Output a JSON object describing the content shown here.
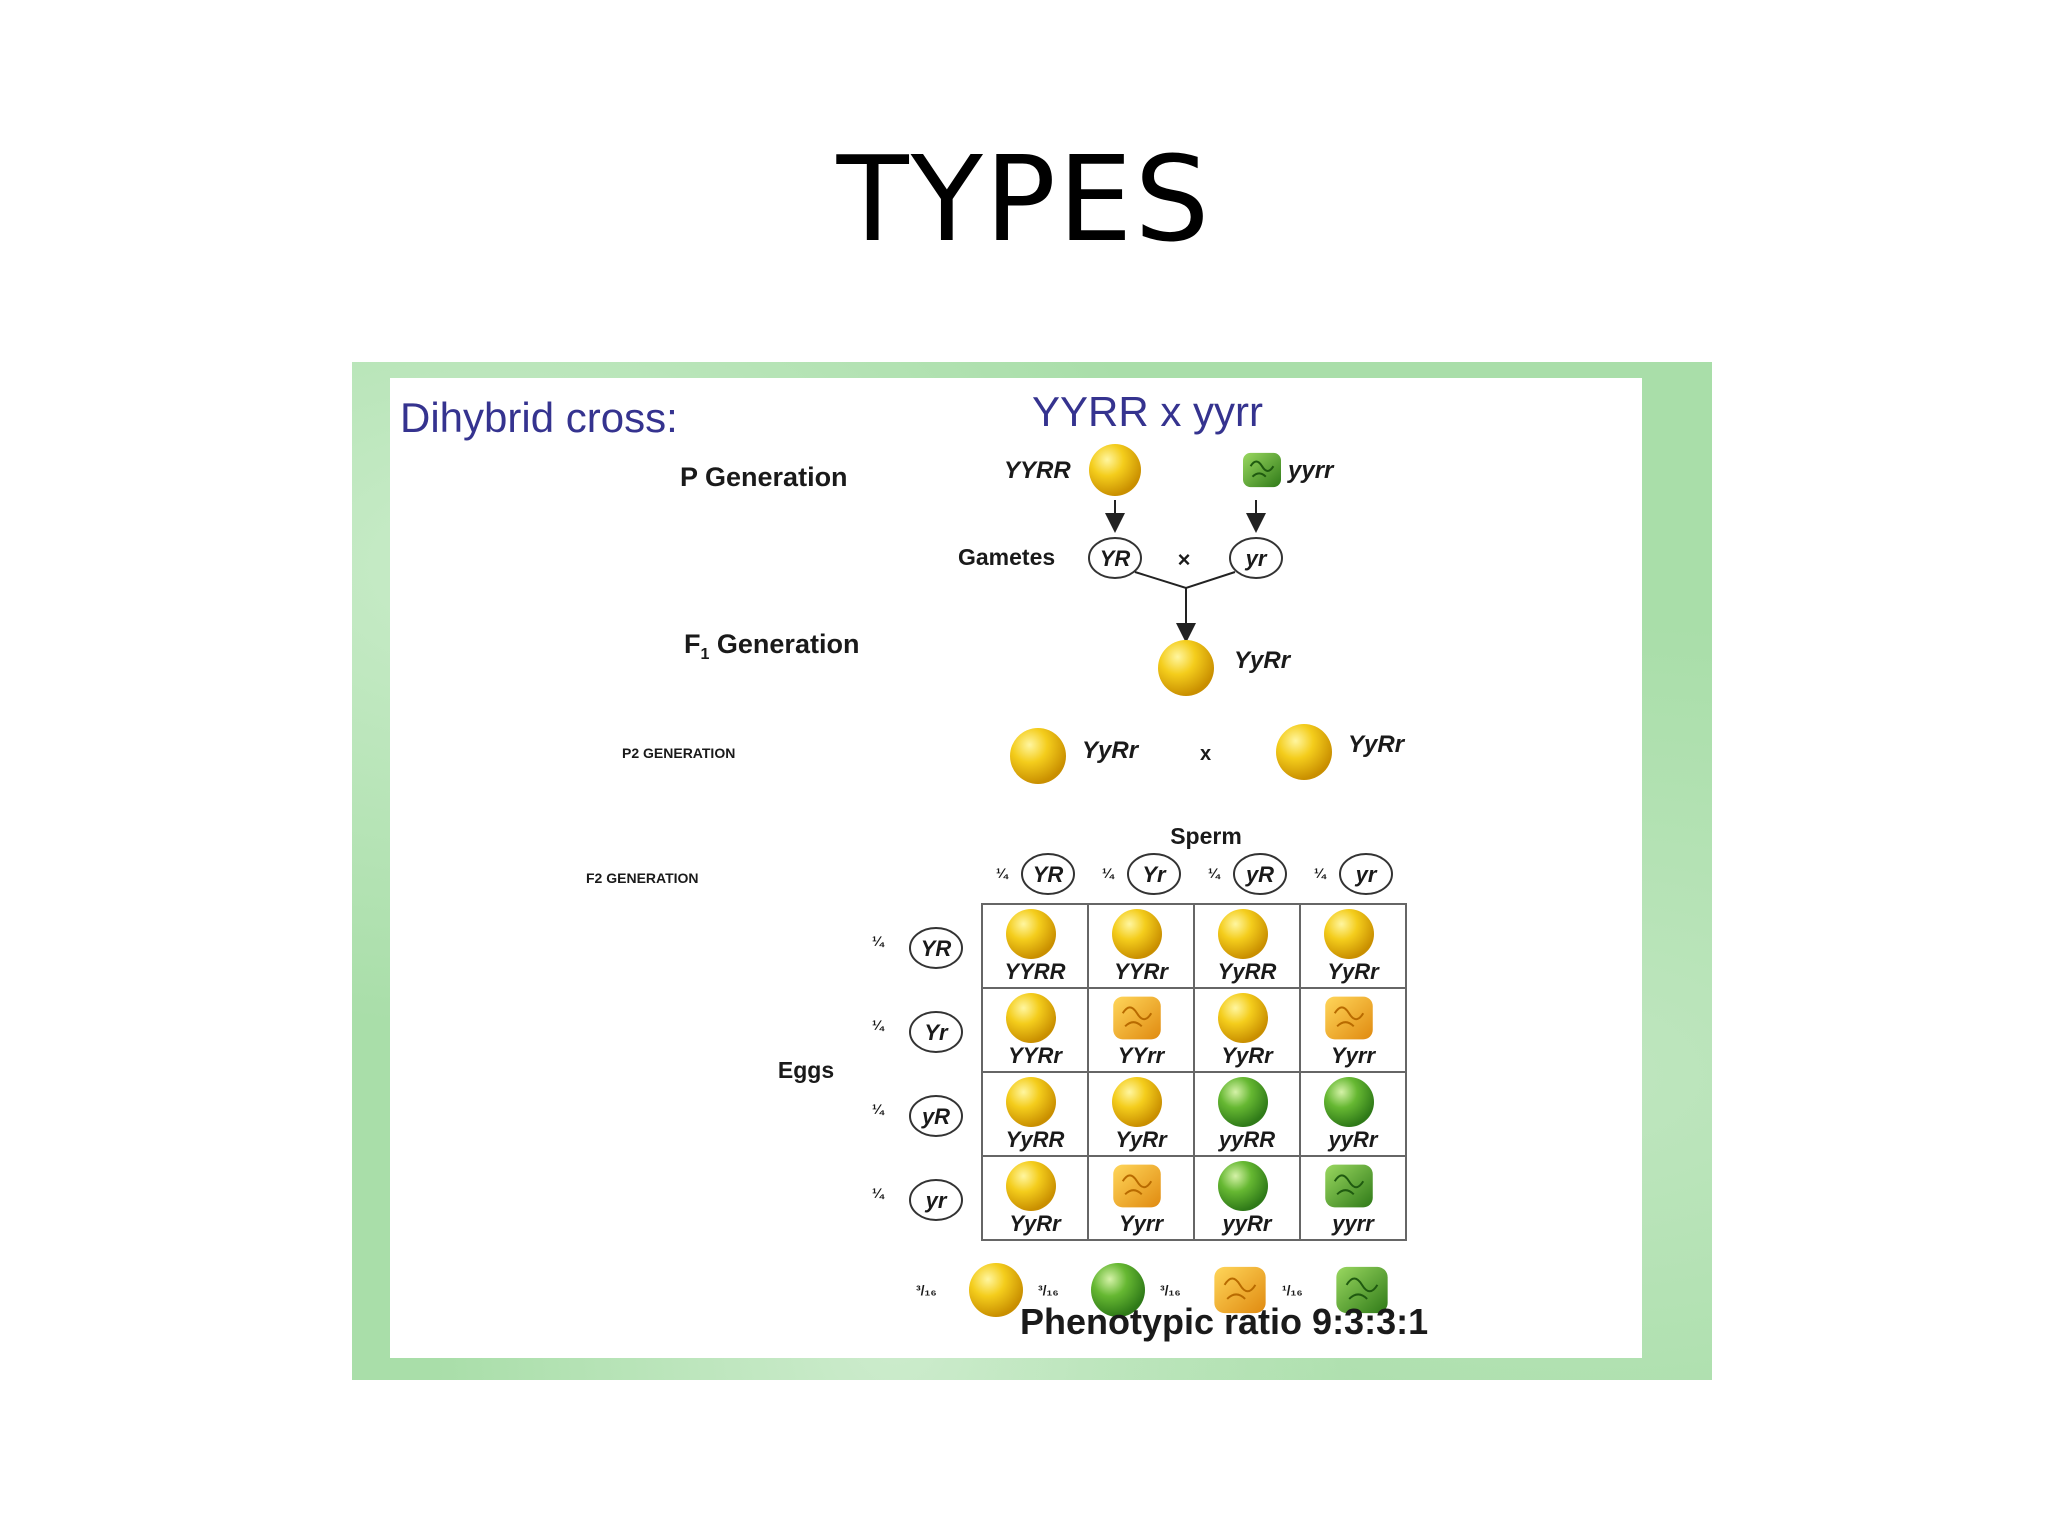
{
  "slide": {
    "title": "TYPES"
  },
  "diagram": {
    "heading": "Dihybrid cross:",
    "cross": "YYRR x yyrr",
    "p_generation": {
      "label": "P Generation",
      "parent1": "YYRR",
      "parent2": "yyrr"
    },
    "gametes": {
      "label": "Gametes",
      "g1": "YR",
      "times": "×",
      "g2": "yr"
    },
    "f1_generation": {
      "label": "F",
      "subscript": "1",
      "label_rest": " Generation",
      "genotype": "YyRr"
    },
    "p2_generation": {
      "label": "P2 GENERATION",
      "parent1": "YyRr",
      "times": "x",
      "parent2": "YyRr"
    },
    "f2_generation": {
      "label": "F2 GENERATION"
    },
    "sperm_label": "Sperm",
    "eggs_label": "Eggs",
    "quarter": "¼",
    "sperm": [
      "YR",
      "Yr",
      "yR",
      "yr"
    ],
    "eggs": [
      "YR",
      "Yr",
      "yR",
      "yr"
    ],
    "grid": [
      [
        {
          "g": "YYRR",
          "t": "yellow-round"
        },
        {
          "g": "YYRr",
          "t": "yellow-round"
        },
        {
          "g": "YyRR",
          "t": "yellow-round"
        },
        {
          "g": "YyRr",
          "t": "yellow-round"
        }
      ],
      [
        {
          "g": "YYRr",
          "t": "yellow-round"
        },
        {
          "g": "YYrr",
          "t": "yellow-wrinkled"
        },
        {
          "g": "YyRr",
          "t": "yellow-round"
        },
        {
          "g": "Yyrr",
          "t": "yellow-wrinkled"
        }
      ],
      [
        {
          "g": "YyRR",
          "t": "yellow-round"
        },
        {
          "g": "YyRr",
          "t": "yellow-round"
        },
        {
          "g": "yyRR",
          "t": "green-round"
        },
        {
          "g": "yyRr",
          "t": "green-round"
        }
      ],
      [
        {
          "g": "YyRr",
          "t": "yellow-round"
        },
        {
          "g": "Yyrr",
          "t": "yellow-wrinkled"
        },
        {
          "g": "yyRr",
          "t": "green-round"
        },
        {
          "g": "yyrr",
          "t": "green-wrinkled"
        }
      ]
    ],
    "summary": [
      {
        "fraction": "³/₁₆",
        "t": "yellow-round"
      },
      {
        "fraction": "³/₁₆",
        "t": "green-round"
      },
      {
        "fraction": "³/₁₆",
        "t": "yellow-wrinkled"
      },
      {
        "fraction": "¹/₁₆",
        "t": "green-wrinkled"
      }
    ],
    "ratio": "Phenotypic ratio 9:3:3:1"
  },
  "colors": {
    "heading": "#35338f",
    "frame": "#a9dea9",
    "yellow_pea": "#f2c81a",
    "green_pea": "#5cb030",
    "wrinkled_yellow": "#f0a830",
    "wrinkled_green": "#4a9a2a"
  }
}
